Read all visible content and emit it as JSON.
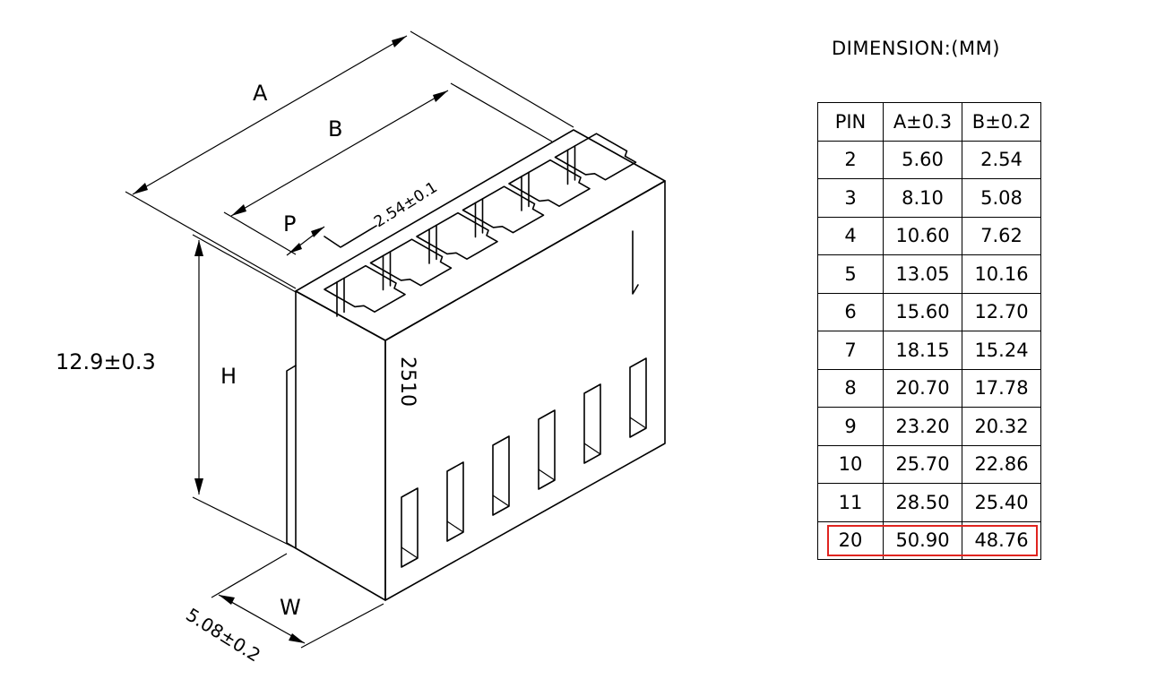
{
  "drawing": {
    "label_A": "A",
    "label_B": "B",
    "label_P": "P",
    "label_H": "H",
    "label_W": "W",
    "pitch": "2.54±0.1",
    "height_dim": "12.9±0.3",
    "width_dim": "5.08±0.2",
    "part_marking": "2510"
  },
  "table": {
    "title": "DIMENSION:(MM)",
    "headers": [
      "PIN",
      "A±0.3",
      "B±0.2"
    ],
    "rows": [
      [
        "2",
        "5.60",
        "2.54"
      ],
      [
        "3",
        "8.10",
        "5.08"
      ],
      [
        "4",
        "10.60",
        "7.62"
      ],
      [
        "5",
        "13.05",
        "10.16"
      ],
      [
        "6",
        "15.60",
        "12.70"
      ],
      [
        "7",
        "18.15",
        "15.24"
      ],
      [
        "8",
        "20.70",
        "17.78"
      ],
      [
        "9",
        "23.20",
        "20.32"
      ],
      [
        "10",
        "25.70",
        "22.86"
      ],
      [
        "11",
        "28.50",
        "25.40"
      ],
      [
        "20",
        "50.90",
        "48.76"
      ]
    ],
    "highlight_row_pin": "20",
    "highlight_color": "#e0241f"
  }
}
